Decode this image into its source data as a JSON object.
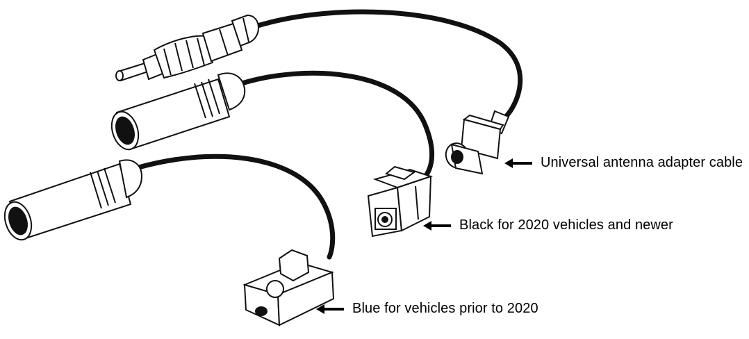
{
  "callouts": {
    "universal": "Universal antenna adapter cable",
    "black": "Black for 2020 vehicles and newer",
    "blue": "Blue for vehicles prior to 2020"
  }
}
